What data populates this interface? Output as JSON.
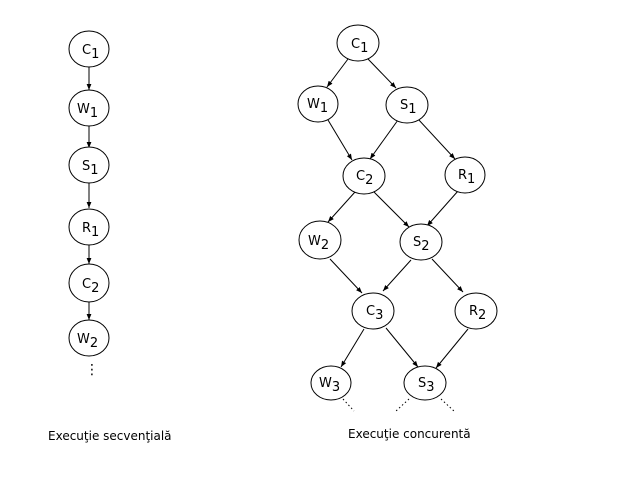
{
  "diagram": {
    "sequential": {
      "caption": "Execuţie secvenţială",
      "nodes": [
        {
          "id": "s_c1",
          "letter": "C",
          "sub": "1"
        },
        {
          "id": "s_w1",
          "letter": "W",
          "sub": "1"
        },
        {
          "id": "s_s1",
          "letter": "S",
          "sub": "1"
        },
        {
          "id": "s_r1",
          "letter": "R",
          "sub": "1"
        },
        {
          "id": "s_c2",
          "letter": "C",
          "sub": "2"
        },
        {
          "id": "s_w2",
          "letter": "W",
          "sub": "2"
        }
      ],
      "continuation": "⋮"
    },
    "concurrent": {
      "caption": "Execuţie concurentă",
      "nodes": [
        {
          "id": "c_c1",
          "letter": "C",
          "sub": "1"
        },
        {
          "id": "c_w1",
          "letter": "W",
          "sub": "1"
        },
        {
          "id": "c_s1",
          "letter": "S",
          "sub": "1"
        },
        {
          "id": "c_c2",
          "letter": "C",
          "sub": "2"
        },
        {
          "id": "c_r1",
          "letter": "R",
          "sub": "1"
        },
        {
          "id": "c_w2",
          "letter": "W",
          "sub": "2"
        },
        {
          "id": "c_s2",
          "letter": "S",
          "sub": "2"
        },
        {
          "id": "c_c3",
          "letter": "C",
          "sub": "3"
        },
        {
          "id": "c_r2",
          "letter": "R",
          "sub": "2"
        },
        {
          "id": "c_w3",
          "letter": "W",
          "sub": "3"
        },
        {
          "id": "c_s3",
          "letter": "S",
          "sub": "3"
        }
      ]
    }
  }
}
